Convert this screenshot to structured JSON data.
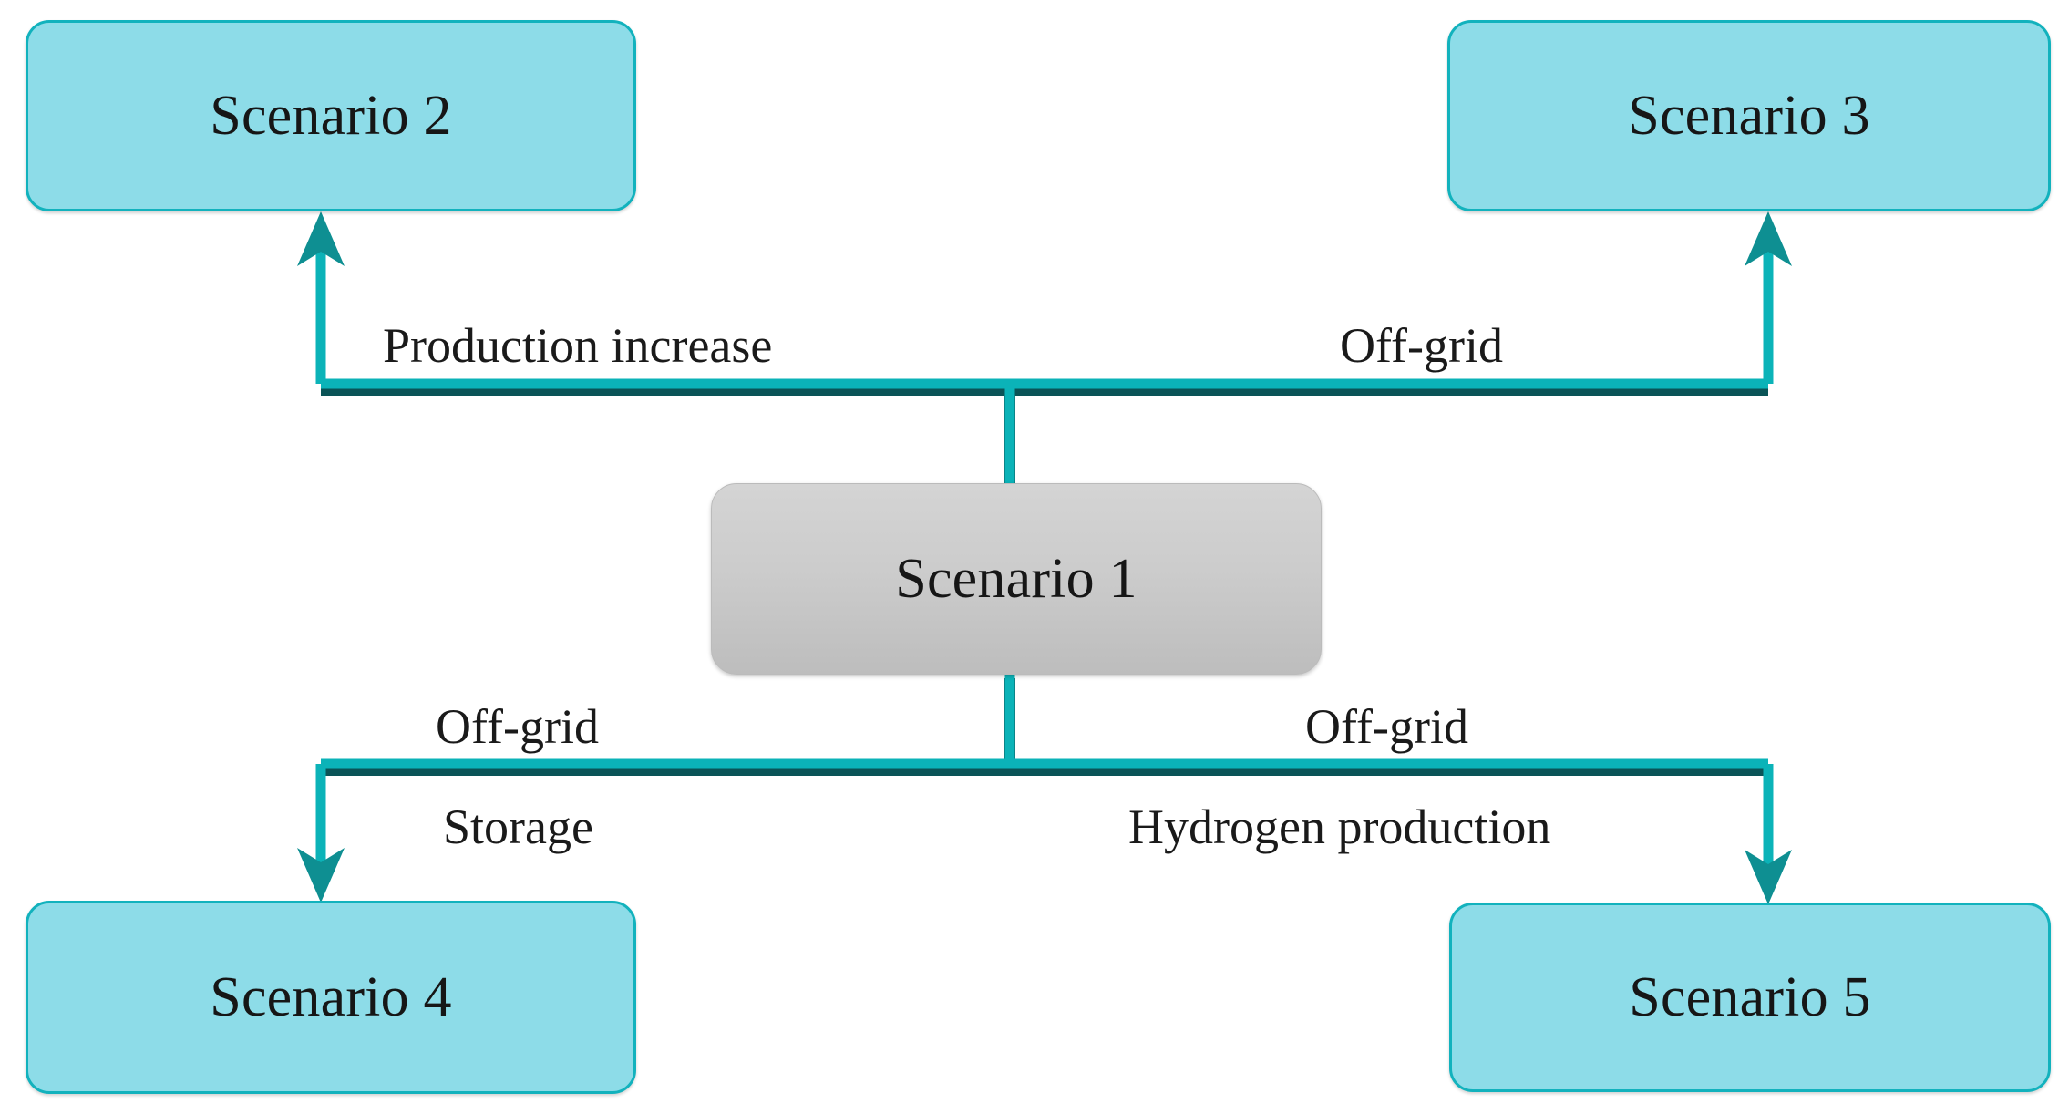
{
  "diagram": {
    "title": "Scenario branching diagram",
    "colors": {
      "node_fill_cyan": "#8ddce8",
      "node_border_cyan": "#12b2bd",
      "node_fill_gray": "#cccccc",
      "connector": "#0bb3b8",
      "connector_shadow": "#0a5c5e",
      "text": "#161616",
      "background": "#ffffff"
    },
    "nodes": [
      {
        "id": "scenario1",
        "label": "Scenario 1",
        "style": "gray",
        "role": "root"
      },
      {
        "id": "scenario2",
        "label": "Scenario 2",
        "style": "cyan",
        "role": "branch"
      },
      {
        "id": "scenario3",
        "label": "Scenario 3",
        "style": "cyan",
        "role": "branch"
      },
      {
        "id": "scenario4",
        "label": "Scenario 4",
        "style": "cyan",
        "role": "branch"
      },
      {
        "id": "scenario5",
        "label": "Scenario 5",
        "style": "cyan",
        "role": "branch"
      }
    ],
    "edges": [
      {
        "from": "scenario1",
        "to": "scenario2",
        "direction": "up",
        "labels": [
          "Production increase"
        ]
      },
      {
        "from": "scenario1",
        "to": "scenario3",
        "direction": "up",
        "labels": [
          "Off-grid"
        ]
      },
      {
        "from": "scenario1",
        "to": "scenario4",
        "direction": "down",
        "labels": [
          "Off-grid",
          "Storage"
        ]
      },
      {
        "from": "scenario1",
        "to": "scenario5",
        "direction": "down",
        "labels": [
          "Off-grid",
          "Hydrogen production"
        ]
      }
    ],
    "labels": {
      "production_increase": "Production increase",
      "offgrid_top_right": "Off-grid",
      "offgrid_bottom_left": "Off-grid",
      "offgrid_bottom_right": "Off-grid",
      "storage": "Storage",
      "hydrogen_production": "Hydrogen production"
    }
  }
}
